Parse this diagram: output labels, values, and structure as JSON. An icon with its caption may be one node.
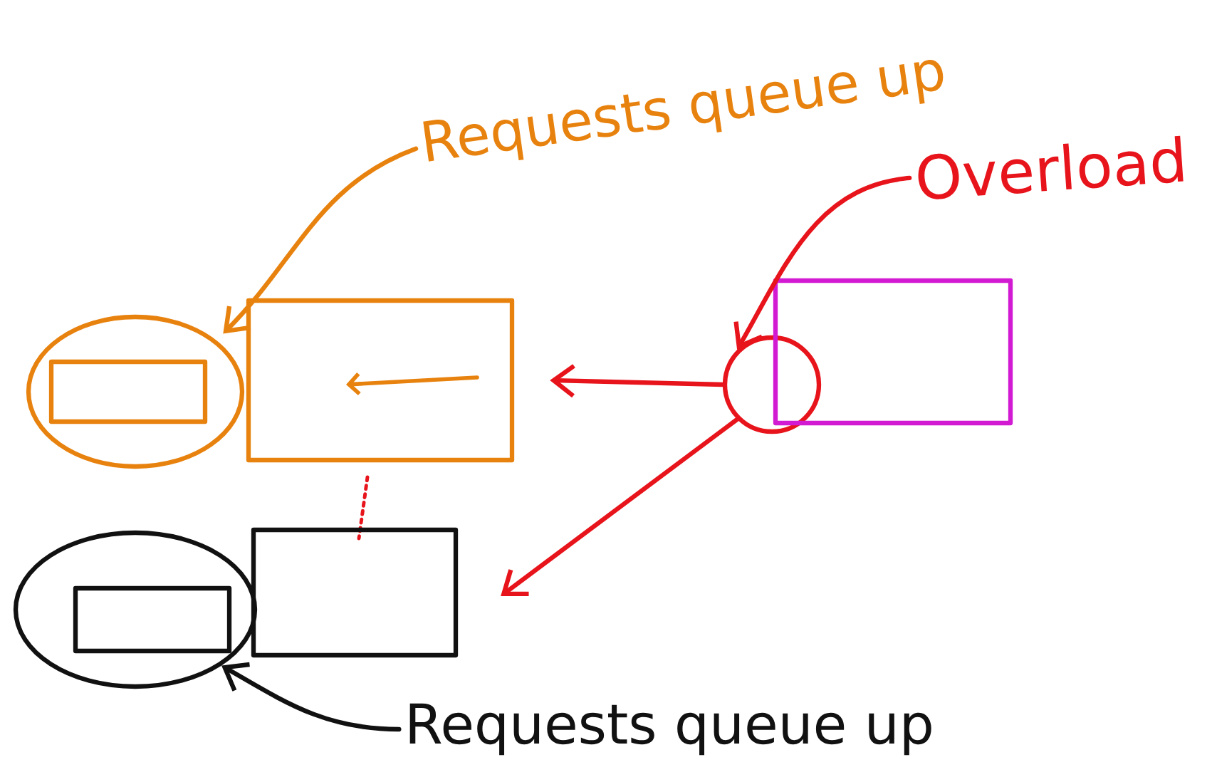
{
  "diagram": {
    "nodes": [
      {
        "text": [
          "Requests queue up"
        ]
      },
      {
        "text": [],
        "shape": "ellipse"
      },
      {
        "text": [],
        "shape": "box"
      },
      {
        "text": [
          "Overload"
        ]
      },
      {
        "text": [],
        "shape": "circle"
      },
      {
        "text": [],
        "shape": "box"
      },
      {
        "text": [],
        "shape": "ellipse"
      },
      {
        "text": [],
        "shape": "box"
      },
      {
        "text": [
          "Requests queue up"
        ]
      },
      {
        "text": [],
        "shape": "box",
        "in": 1
      },
      {
        "text": [],
        "shape": "box",
        "in": 6
      }
    ],
    "edges": [
      {
        "from": 0,
        "to": 1,
        "arrow": "to",
        "color": "#e8820f"
      },
      {
        "from": 3,
        "to": 4,
        "arrow": "to"
      },
      {
        "from": 4,
        "to": 2,
        "arrow": "to"
      },
      {
        "from": 4,
        "to": 7,
        "arrow": "to"
      },
      {
        "from": 8,
        "to": 6,
        "arrow": "to",
        "color": "#111111"
      }
    ]
  }
}
